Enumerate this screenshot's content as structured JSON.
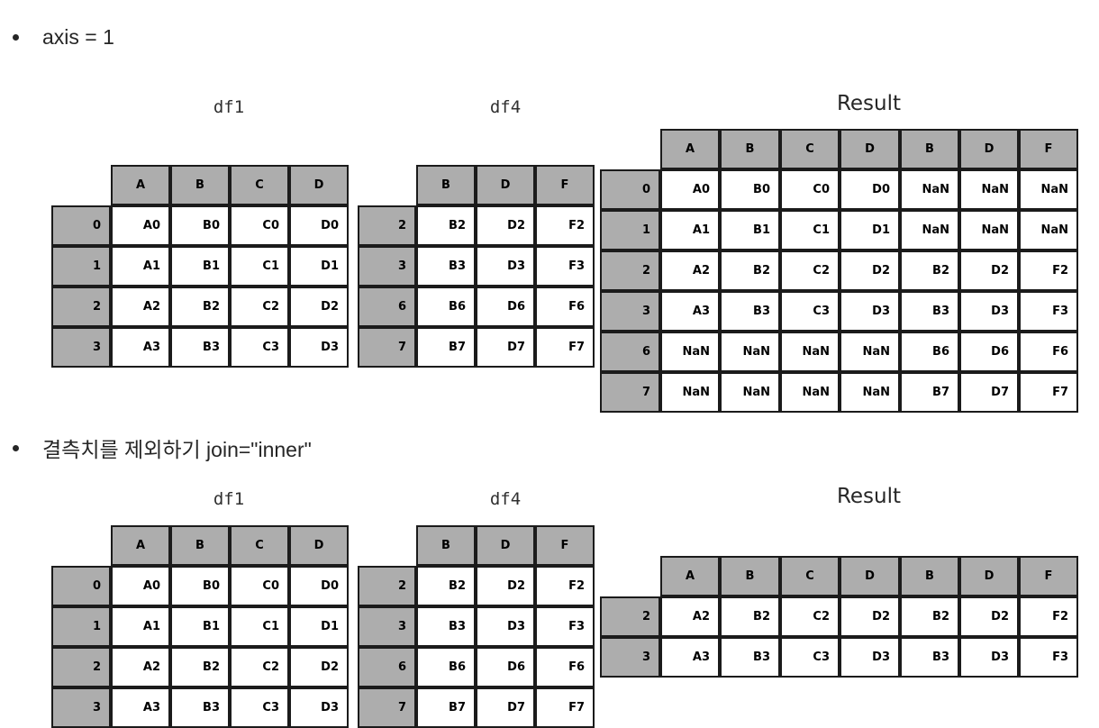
{
  "page": {
    "background": "#ffffff",
    "header_fill": "#adadad",
    "cell_fill": "#ffffff",
    "border_color": "#1b1b1b"
  },
  "sections": [
    {
      "id": "section-axis-1",
      "bullet": "axis = 1",
      "tables": [
        {
          "id": "df1-top",
          "title": "df1",
          "title_font": "mono",
          "columns": [
            "A",
            "B",
            "C",
            "D"
          ],
          "index": [
            "0",
            "1",
            "2",
            "3"
          ],
          "rows": [
            [
              "A0",
              "B0",
              "C0",
              "D0"
            ],
            [
              "A1",
              "B1",
              "C1",
              "D1"
            ],
            [
              "A2",
              "B2",
              "C2",
              "D2"
            ],
            [
              "A3",
              "B3",
              "C3",
              "D3"
            ]
          ]
        },
        {
          "id": "df4-top",
          "title": "df4",
          "title_font": "mono",
          "columns": [
            "B",
            "D",
            "F"
          ],
          "index": [
            "2",
            "3",
            "6",
            "7"
          ],
          "rows": [
            [
              "B2",
              "D2",
              "F2"
            ],
            [
              "B3",
              "D3",
              "F3"
            ],
            [
              "B6",
              "D6",
              "F6"
            ],
            [
              "B7",
              "D7",
              "F7"
            ]
          ]
        },
        {
          "id": "result-top",
          "title": "Result",
          "title_font": "sans",
          "columns": [
            "A",
            "B",
            "C",
            "D",
            "B",
            "D",
            "F"
          ],
          "index": [
            "0",
            "1",
            "2",
            "3",
            "6",
            "7"
          ],
          "rows": [
            [
              "A0",
              "B0",
              "C0",
              "D0",
              "NaN",
              "NaN",
              "NaN"
            ],
            [
              "A1",
              "B1",
              "C1",
              "D1",
              "NaN",
              "NaN",
              "NaN"
            ],
            [
              "A2",
              "B2",
              "C2",
              "D2",
              "B2",
              "D2",
              "F2"
            ],
            [
              "A3",
              "B3",
              "C3",
              "D3",
              "B3",
              "D3",
              "F3"
            ],
            [
              "NaN",
              "NaN",
              "NaN",
              "NaN",
              "B6",
              "D6",
              "F6"
            ],
            [
              "NaN",
              "NaN",
              "NaN",
              "NaN",
              "B7",
              "D7",
              "F7"
            ]
          ]
        }
      ]
    },
    {
      "id": "section-join-inner",
      "bullet": "결측치를 제외하기 join=\"inner\"",
      "tables": [
        {
          "id": "df1-bottom",
          "title": "df1",
          "title_font": "mono",
          "columns": [
            "A",
            "B",
            "C",
            "D"
          ],
          "index": [
            "0",
            "1",
            "2",
            "3"
          ],
          "rows": [
            [
              "A0",
              "B0",
              "C0",
              "D0"
            ],
            [
              "A1",
              "B1",
              "C1",
              "D1"
            ],
            [
              "A2",
              "B2",
              "C2",
              "D2"
            ],
            [
              "A3",
              "B3",
              "C3",
              "D3"
            ]
          ]
        },
        {
          "id": "df4-bottom",
          "title": "df4",
          "title_font": "mono",
          "columns": [
            "B",
            "D",
            "F"
          ],
          "index": [
            "2",
            "3",
            "6",
            "7"
          ],
          "rows": [
            [
              "B2",
              "D2",
              "F2"
            ],
            [
              "B3",
              "D3",
              "F3"
            ],
            [
              "B6",
              "D6",
              "F6"
            ],
            [
              "B7",
              "D7",
              "F7"
            ]
          ]
        },
        {
          "id": "result-bottom",
          "title": "Result",
          "title_font": "sans",
          "columns": [
            "A",
            "B",
            "C",
            "D",
            "B",
            "D",
            "F"
          ],
          "index": [
            "2",
            "3"
          ],
          "rows": [
            [
              "A2",
              "B2",
              "C2",
              "D2",
              "B2",
              "D2",
              "F2"
            ],
            [
              "A3",
              "B3",
              "C3",
              "D3",
              "B3",
              "D3",
              "F3"
            ]
          ]
        }
      ]
    }
  ]
}
